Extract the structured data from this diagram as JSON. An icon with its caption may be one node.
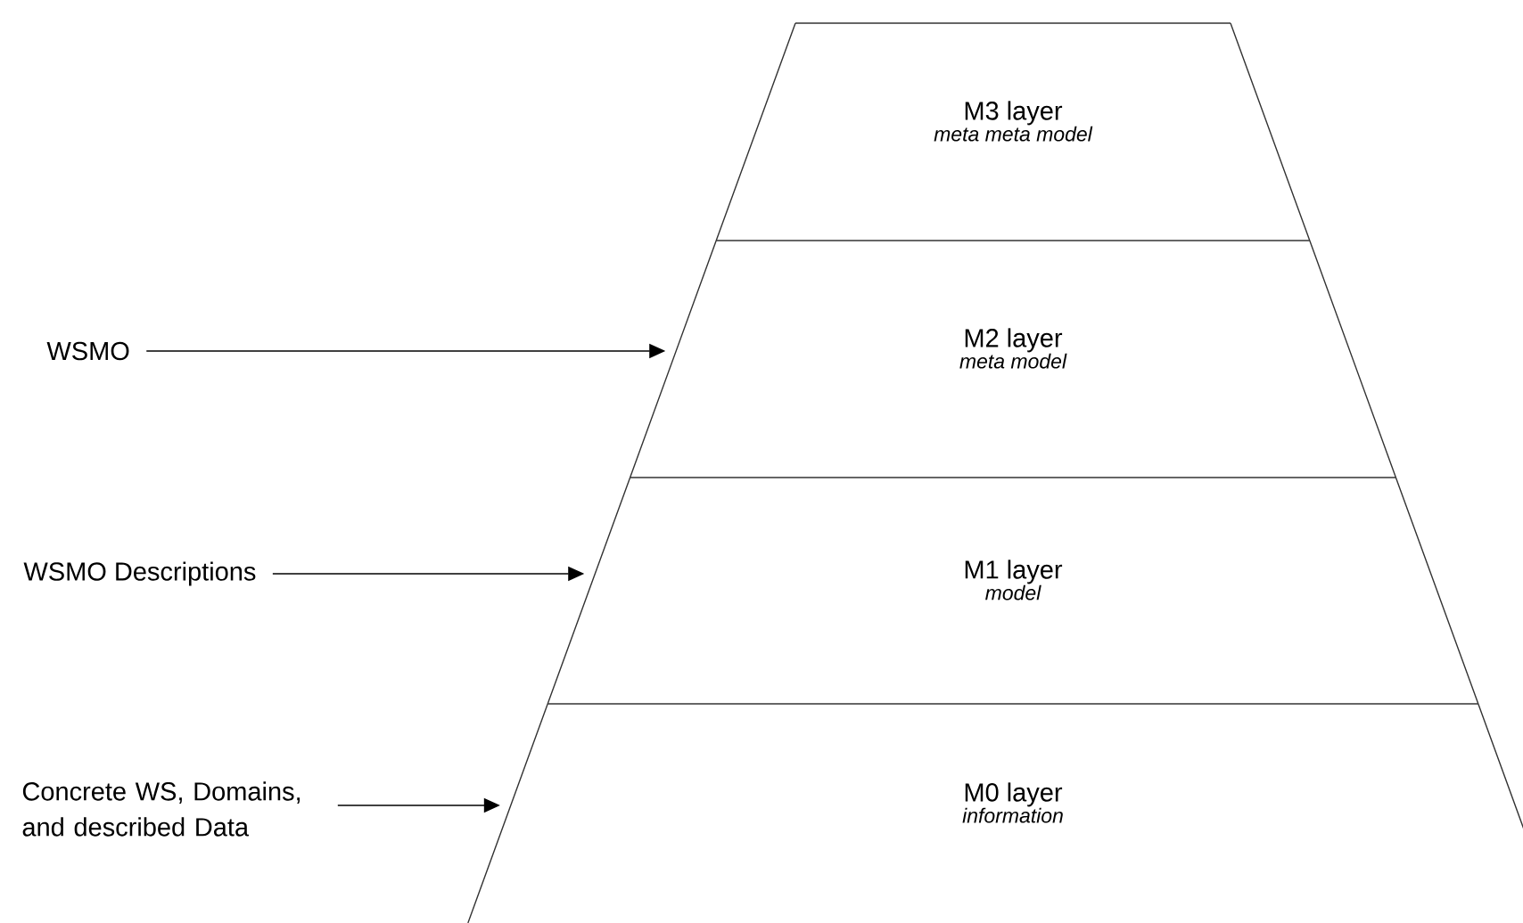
{
  "diagram": {
    "nodes": [
      {
        "text": [
          "M3 layer",
          "meta meta model"
        ]
      },
      {
        "text": [
          "M2 layer",
          "meta model"
        ]
      },
      {
        "text": [
          "M1 layer",
          "model"
        ]
      },
      {
        "text": [
          "M0 layer",
          "information"
        ]
      },
      {
        "text": [
          "WSMO"
        ]
      },
      {
        "text": [
          "WSMO Descriptions"
        ]
      },
      {
        "text": [
          "Concrete WS, Domains, and described Data"
        ]
      }
    ],
    "edges": [
      {
        "from": 4,
        "to": 1,
        "arrow": "to"
      },
      {
        "from": 5,
        "to": 2,
        "arrow": "to"
      },
      {
        "from": 6,
        "to": 3,
        "arrow": "to"
      }
    ]
  }
}
